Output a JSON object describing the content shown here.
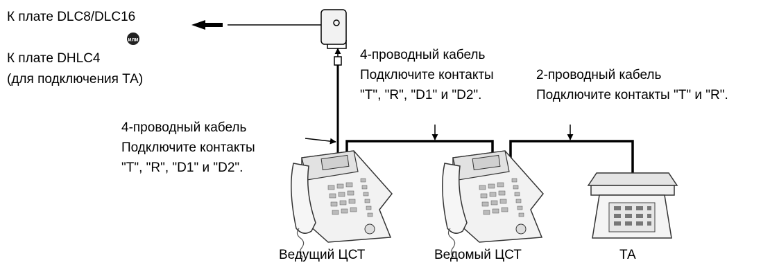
{
  "source": {
    "line1": "К плате DLC8/DLC16",
    "or_badge": "или",
    "line2": "К плате DHLC4",
    "line3": "(для подключения ТА)"
  },
  "cable_master": {
    "line1": "4-проводный кабель",
    "line2": "Подключите контакты",
    "line3": "\"T\", \"R\", \"D1\" и \"D2\"."
  },
  "cable_slave": {
    "line1": "4-проводный кабель",
    "line2": "Подключите контакты",
    "line3": "\"T\", \"R\", \"D1\" и \"D2\"."
  },
  "cable_ta": {
    "line1": "2-проводный кабель",
    "line2": "Подключите контакты \"T\" и \"R\"."
  },
  "devices": {
    "master": "Ведущий ЦСТ",
    "slave": "Ведомый ЦСТ",
    "ta": "ТА"
  }
}
